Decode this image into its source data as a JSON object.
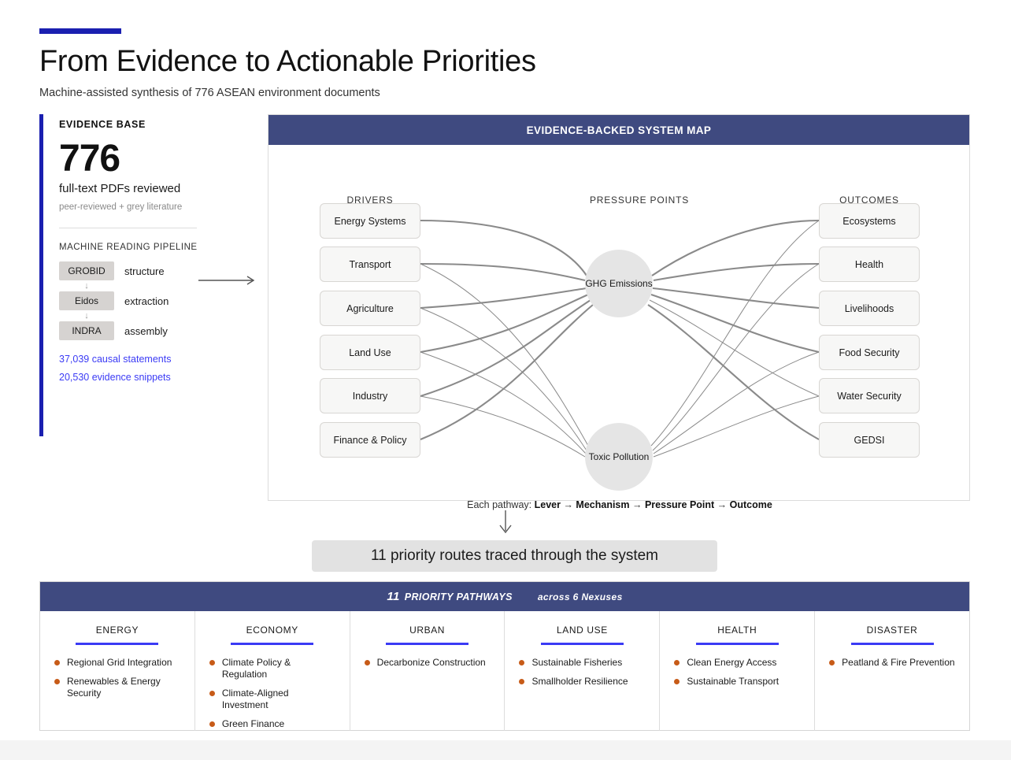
{
  "header": {
    "title": "From Evidence to Actionable Priorities",
    "subtitle": "Machine-assisted synthesis of 776 ASEAN environment documents",
    "accent_color": "#1a1fb0"
  },
  "evidence_base": {
    "heading": "EVIDENCE BASE",
    "number": "776",
    "caption": "full-text PDFs reviewed",
    "note": "peer-reviewed + grey literature",
    "pipeline_heading": "MACHINE READING PIPELINE",
    "pipeline": [
      {
        "chip": "GROBID",
        "label": "structure",
        "arrow": "↓"
      },
      {
        "chip": "Eidos",
        "label": "extraction",
        "arrow": "↓"
      },
      {
        "chip": "INDRA",
        "label": "assembly",
        "arrow": ""
      }
    ],
    "stats": [
      "37,039 causal statements",
      "20,530 evidence snippets"
    ],
    "stat_color": "#3b3bf5"
  },
  "system_map": {
    "header": "EVIDENCE-BACKED SYSTEM MAP",
    "header_color": "#3f4a80",
    "column_labels": {
      "drivers": "DRIVERS",
      "pressure": "PRESSURE POINTS",
      "outcomes": "OUTCOMES"
    },
    "drivers": [
      "Energy Systems",
      "Transport",
      "Agriculture",
      "Land Use",
      "Industry",
      "Finance & Policy"
    ],
    "pressure_points": [
      "GHG Emissions",
      "Toxic Pollution"
    ],
    "outcomes": [
      "Ecosystems",
      "Health",
      "Livelihoods",
      "Food Security",
      "Water Security",
      "GEDSI"
    ],
    "pathway_note_prefix": "Each pathway: ",
    "pathway_steps": [
      "Lever",
      "Mechanism",
      "Pressure Point",
      "Outcome"
    ],
    "pathway_separator": " → "
  },
  "routes_banner": {
    "text": "11 priority routes traced through the system"
  },
  "pathways": {
    "header_count": "11",
    "header_label": "PRIORITY PATHWAYS",
    "header_across": "across 6 Nexuses",
    "header_color": "#3f4a80",
    "rule_color": "#3b3bf5",
    "bullet_color": "#c75b18",
    "columns": [
      {
        "title": "ENERGY",
        "items": [
          "Regional Grid Integration",
          "Renewables & Energy Security"
        ]
      },
      {
        "title": "ECONOMY",
        "items": [
          "Climate Policy & Regulation",
          "Climate-Aligned Investment",
          "Green Finance"
        ]
      },
      {
        "title": "URBAN",
        "items": [
          "Decarbonize Construction"
        ]
      },
      {
        "title": "LAND USE",
        "items": [
          "Sustainable Fisheries",
          "Smallholder Resilience"
        ]
      },
      {
        "title": "HEALTH",
        "items": [
          "Clean Energy Access",
          "Sustainable Transport"
        ]
      },
      {
        "title": "DISASTER",
        "items": [
          "Peatland & Fire Prevention"
        ]
      }
    ]
  },
  "chart_data": {
    "type": "diagram",
    "title": "EVIDENCE-BACKED SYSTEM MAP",
    "nodes": {
      "drivers": [
        "Energy Systems",
        "Transport",
        "Agriculture",
        "Land Use",
        "Industry",
        "Finance & Policy"
      ],
      "pressure_points": [
        "GHG Emissions",
        "Toxic Pollution"
      ],
      "outcomes": [
        "Ecosystems",
        "Health",
        "Livelihoods",
        "Food Security",
        "Water Security",
        "GEDSI"
      ]
    },
    "edges_driver_to_pressure": [
      {
        "from": "Energy Systems",
        "to": "GHG Emissions",
        "weight": 3
      },
      {
        "from": "Transport",
        "to": "GHG Emissions",
        "weight": 3
      },
      {
        "from": "Transport",
        "to": "Toxic Pollution",
        "weight": 1
      },
      {
        "from": "Agriculture",
        "to": "GHG Emissions",
        "weight": 3
      },
      {
        "from": "Agriculture",
        "to": "Toxic Pollution",
        "weight": 1
      },
      {
        "from": "Land Use",
        "to": "GHG Emissions",
        "weight": 3
      },
      {
        "from": "Land Use",
        "to": "Toxic Pollution",
        "weight": 1
      },
      {
        "from": "Industry",
        "to": "GHG Emissions",
        "weight": 3
      },
      {
        "from": "Industry",
        "to": "Toxic Pollution",
        "weight": 1
      },
      {
        "from": "Finance & Policy",
        "to": "GHG Emissions",
        "weight": 3
      }
    ],
    "edges_pressure_to_outcome": [
      {
        "from": "GHG Emissions",
        "to": "Ecosystems",
        "weight": 3
      },
      {
        "from": "GHG Emissions",
        "to": "Health",
        "weight": 3
      },
      {
        "from": "GHG Emissions",
        "to": "Livelihoods",
        "weight": 3
      },
      {
        "from": "GHG Emissions",
        "to": "Food Security",
        "weight": 3
      },
      {
        "from": "GHG Emissions",
        "to": "Water Security",
        "weight": 1
      },
      {
        "from": "GHG Emissions",
        "to": "GEDSI",
        "weight": 3
      },
      {
        "from": "Toxic Pollution",
        "to": "Ecosystems",
        "weight": 1
      },
      {
        "from": "Toxic Pollution",
        "to": "Health",
        "weight": 1
      },
      {
        "from": "Toxic Pollution",
        "to": "Food Security",
        "weight": 1
      },
      {
        "from": "Toxic Pollution",
        "to": "Water Security",
        "weight": 1
      }
    ],
    "edge_color": "#8a8a8a"
  }
}
